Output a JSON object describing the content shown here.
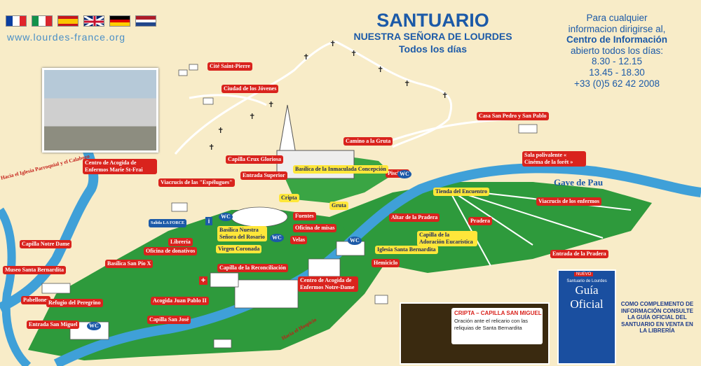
{
  "header": {
    "website": "www.lourdes-france.org",
    "languages": [
      "fr-flag-icon",
      "it-flag-icon",
      "es-flag-icon",
      "uk-flag-icon",
      "de-flag-icon",
      "nl-flag-icon"
    ],
    "title": "SANTUARIO",
    "subtitle": "NUESTRA SEÑORA DE LOURDES",
    "tagline": "Todos los días"
  },
  "info": {
    "line1": "Para cualquier",
    "line2": "informacion dirigirse al,",
    "line3": "Centro de Información",
    "line4": "abierto todos los días:",
    "line5": "8.30 - 12.15",
    "line6": "13.45 - 18.30",
    "line7": "+33 (0)5 62 42 2008"
  },
  "labels": {
    "cite": "Cité Saint-Pierre",
    "ciudad": "Ciudad de los Jóvenes",
    "casa": "Casa San Pedro y San Pablo",
    "camino": "Camino a la Gruta",
    "capilla_crux": "Capilla Crux Gloriosa",
    "centro_fraii": "Centro de Acogida de Enfermos Marie St-Frai",
    "viacrucis_esp": "Viacrucis de las \"Espélugues\"",
    "entrada_sup": "Entrada Superior",
    "basilica_inm": "Basílica de la Inmaculada Concepción",
    "piscinas": "Piscinas",
    "sala": "Sala polivalente « Cinéma de la forêt »",
    "cripta": "Cripta",
    "gruta": "Gruta",
    "tienda": "Tienda del Encuentro",
    "viacrucis_enf": "Viacrucis de los enfermos",
    "gave": "Gave de Pau",
    "hacia_iglesia": "Hacia el Iglesia Parroquial y el Calabozo",
    "capilla_nd": "Capilla Notre Dame",
    "museo": "Museo Santa Bernardita",
    "pabellones": "Pabellones",
    "refugio": "Refugio del Peregrino",
    "entrada_miguel": "Entrada San Miguel",
    "libreria": "Librería",
    "oficina_don": "Oficina de donativos",
    "basilica_pio": "Basílica San Pío X",
    "basilica_rosario": "Basílica Nuestra Señora del Rosario",
    "virgen": "Virgen Coronada",
    "fuentes": "Fuentes",
    "oficina_misas": "Oficina de misas",
    "velas": "Velas",
    "altar": "Altar de la Pradera",
    "pradera": "Pradera",
    "capilla_ador": "Capilla de la Adoración Eucarística",
    "iglesia_sb": "Iglesia Santa Bernardita",
    "hemiciclo": "Hemiciclo",
    "entrada_pradera": "Entrada de la Pradera",
    "capilla_rec": "Capilla de la Reconciliación",
    "acogida_jp": "Acogida Juan Pablo II",
    "capilla_jose": "Capilla San José",
    "centro_nd": "Centro de Acogida de Enfermos Notre-Dame",
    "hospicio": "Hacia el Hospicio",
    "wc": "WC",
    "sign": "Salida LA FORCE"
  },
  "crypt_panel": {
    "title": "CRIPTA – CAPILLA SAN MIGUEL",
    "desc": "Oración ante el relicario con las reliquias de Santa Bernardita"
  },
  "guide": {
    "small": "Santuario de Lourdes",
    "badge": "NUEVO",
    "title1": "Guía",
    "title2": "Oficial",
    "note": "COMO COMPLEMENTO DE INFORMACIÓN CONSULTE LA GUÍA OFICIAL DEL SANTUARIO EN VENTA EN LA LIBRERÍA"
  },
  "colors": {
    "river": "#3fa0d8",
    "grass": "#2e9a3c",
    "path": "#ffffff",
    "label_red": "#d9231d",
    "label_yellow": "#ffe63a",
    "title_blue": "#1c5aa8"
  }
}
